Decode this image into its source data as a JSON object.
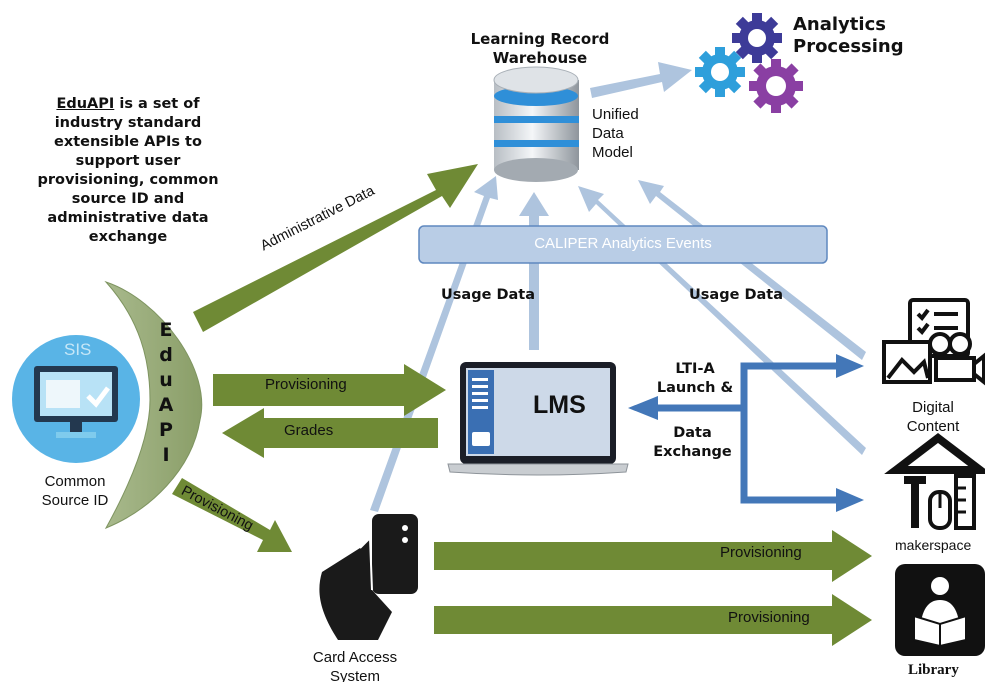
{
  "eduapi_text": {
    "title": "EduAPI",
    "rest": " is a set of",
    "lines": [
      "industry standard",
      "extensible APIs to",
      "support user",
      "provisioning, common",
      "source ID and",
      "administrative data",
      "exchange"
    ]
  },
  "sis": {
    "label": "SIS",
    "caption_line1": "Common",
    "caption_line2": "Source ID"
  },
  "edu_crescent_letters": [
    "E",
    "d",
    "u",
    "A",
    "P",
    "I"
  ],
  "warehouse": {
    "line1": "Learning Record",
    "line2": "Warehouse"
  },
  "unified": {
    "line1": "Unified",
    "line2": "Data",
    "line3": "Model"
  },
  "analytics": {
    "line1": "Analytics",
    "line2": "Processing"
  },
  "caliper": "CALIPER Analytics Events",
  "usage_left": "Usage Data",
  "usage_right": "Usage Data",
  "admin_data": "Administrative Data",
  "provisioning_lms": "Provisioning",
  "grades": "Grades",
  "provisioning_card": "Provisioning",
  "provisioning_maker": "Provisioning",
  "provisioning_library": "Provisioning",
  "lms": "LMS",
  "lti": {
    "line1": "LTI-A",
    "line2": "Launch &",
    "line3": "Data",
    "line4": "Exchange"
  },
  "digital": {
    "line1": "Digital",
    "line2": "Content"
  },
  "makerspace": "makerspace",
  "library": "Library",
  "card": {
    "line1": "Card Access",
    "line2": "System"
  },
  "colors": {
    "green": "#6f8a35",
    "lightblue": "#aec4de",
    "blue": "#4377b8",
    "gear_dark": "#3d3b98",
    "gear_purple": "#8a3fa3",
    "gear_blue": "#2e9fdb"
  }
}
